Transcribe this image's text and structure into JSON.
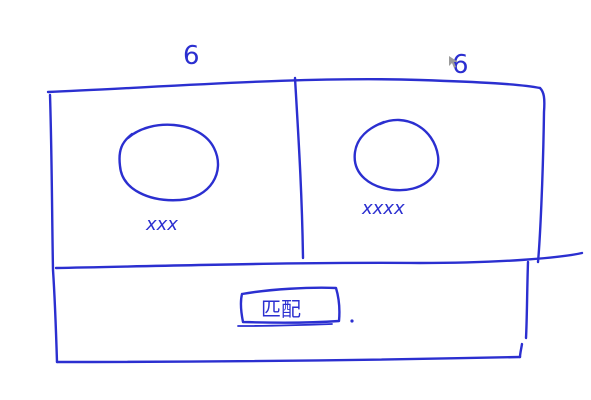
{
  "sketch": {
    "ink_color": "#2b2fd0",
    "background": "#ffffff",
    "columns": {
      "left_label": "6",
      "right_label": "6"
    },
    "panels": {
      "left": {
        "shape": "circle",
        "caption": "xxx"
      },
      "right": {
        "shape": "circle",
        "caption": "xxxx"
      }
    },
    "footer": {
      "button_text": "匹配"
    },
    "cursor_icon": "pointer-cursor-icon"
  }
}
